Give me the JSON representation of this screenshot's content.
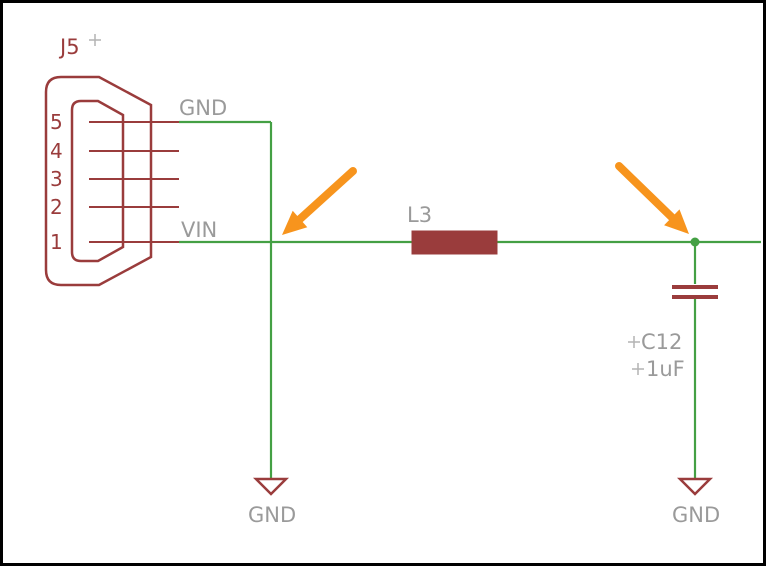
{
  "connector": {
    "designator": "J5",
    "pins": [
      "5",
      "4",
      "3",
      "2",
      "1"
    ],
    "gnd_net_label": "GND",
    "vin_net_label": "VIN"
  },
  "inductor": {
    "designator": "L3"
  },
  "capacitor": {
    "designator": "C12",
    "value": "1uF"
  },
  "grounds": {
    "left_label": "GND",
    "right_label": "GND"
  },
  "colors": {
    "symbol": "#9a3c3c",
    "net": "#44a044",
    "label": "#9a9a9a",
    "arrow": "#f7941d",
    "border": "#000000",
    "background": "#ffffff"
  }
}
